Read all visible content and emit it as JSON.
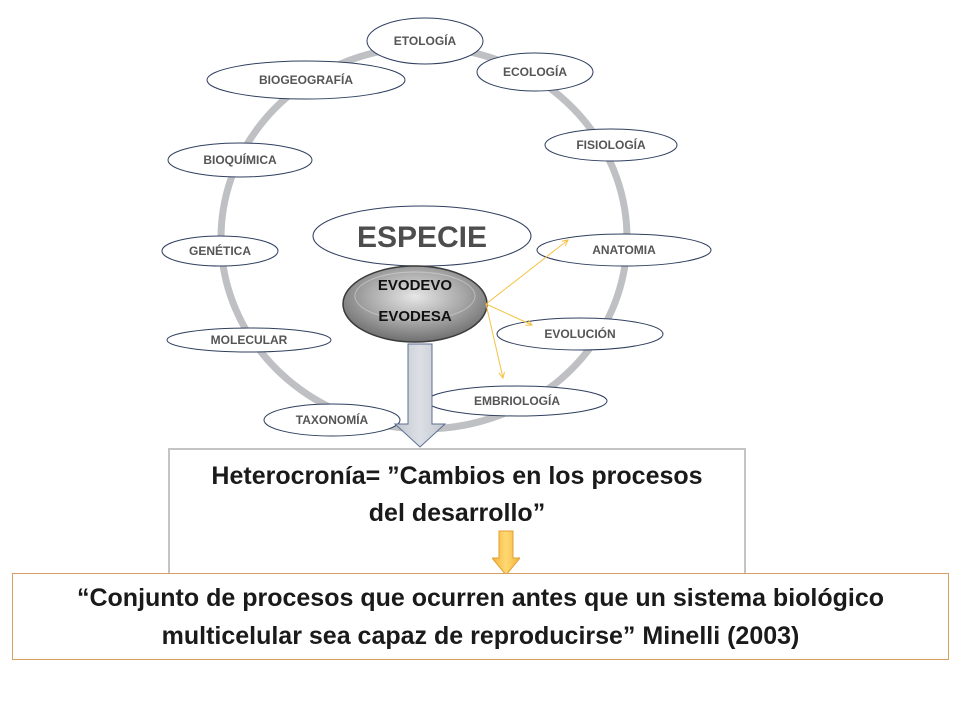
{
  "diagram": {
    "center": "ESPECIE",
    "evo_labels": [
      "EVODEVO",
      "EVODESA"
    ],
    "disciplines": [
      "ETOLOGÍA",
      "ECOLOGÍA",
      "FISIOLOGÍA",
      "ANATOMIA",
      "EVOLUCIÓN",
      "EMBRIOLOGÍA",
      "TAXONOMÍA",
      "MOLECULAR",
      "GENÉTICA",
      "BIOQUÍMICA",
      "BIOGEOGRAFÍA"
    ]
  },
  "heterocrony": {
    "line1": "Heterocronía= ”Cambios en los procesos",
    "line2": "del desarrollo”"
  },
  "definition": {
    "line1": "“Conjunto de procesos que ocurren antes que un sistema biológico",
    "line2": "multicelular sea capaz de reproducirse” Minelli (2003)"
  },
  "colors": {
    "ring": "#bfc0c4",
    "arrow_yellow": "#f5c242",
    "down_arrow_fill": "#cdd0d8",
    "down_arrow_stroke": "#5b6f91",
    "definition_border": "#d7a060",
    "heterocrony_border": "#c4c4c4"
  }
}
